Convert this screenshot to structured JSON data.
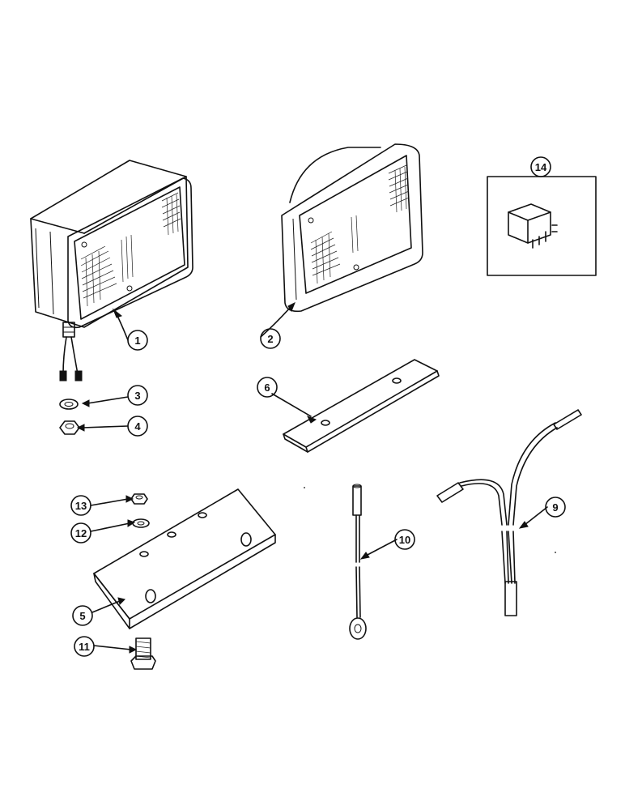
{
  "callouts": {
    "c1": "1",
    "c2": "2",
    "c3": "3",
    "c4": "4",
    "c5": "5",
    "c6": "6",
    "c9": "9",
    "c10": "10",
    "c11": "11",
    "c12": "12",
    "c13": "13",
    "c14": "14"
  }
}
